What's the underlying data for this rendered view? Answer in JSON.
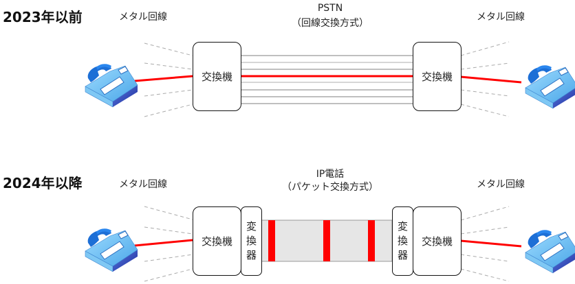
{
  "colors": {
    "call_line": "#ff0000",
    "trunk_line": "#999999",
    "trunk_line_light": "#c8c8c8",
    "dashed_line": "#aaaaaa",
    "packet_band": "#e6e6e6",
    "phone_body": "#6cc0f0",
    "phone_dark": "#2a3fb0"
  },
  "sections": [
    {
      "era_title": "2023年以前",
      "left_line_label": "メタル回線",
      "right_line_label": "メタル回線",
      "network_title": "PSTN",
      "network_subtitle": "（回線交換方式）",
      "left_exchange": "交換機",
      "right_exchange": "交換機"
    },
    {
      "era_title": "2024年以降",
      "left_line_label": "メタル回線",
      "right_line_label": "メタル回線",
      "network_title": "IP電話",
      "network_subtitle": "（パケット交換方式）",
      "left_exchange": "交換機",
      "right_exchange": "交換機",
      "left_converter": [
        "変",
        "換",
        "器"
      ],
      "right_converter": [
        "変",
        "換",
        "器"
      ],
      "packet_count": 3
    }
  ]
}
